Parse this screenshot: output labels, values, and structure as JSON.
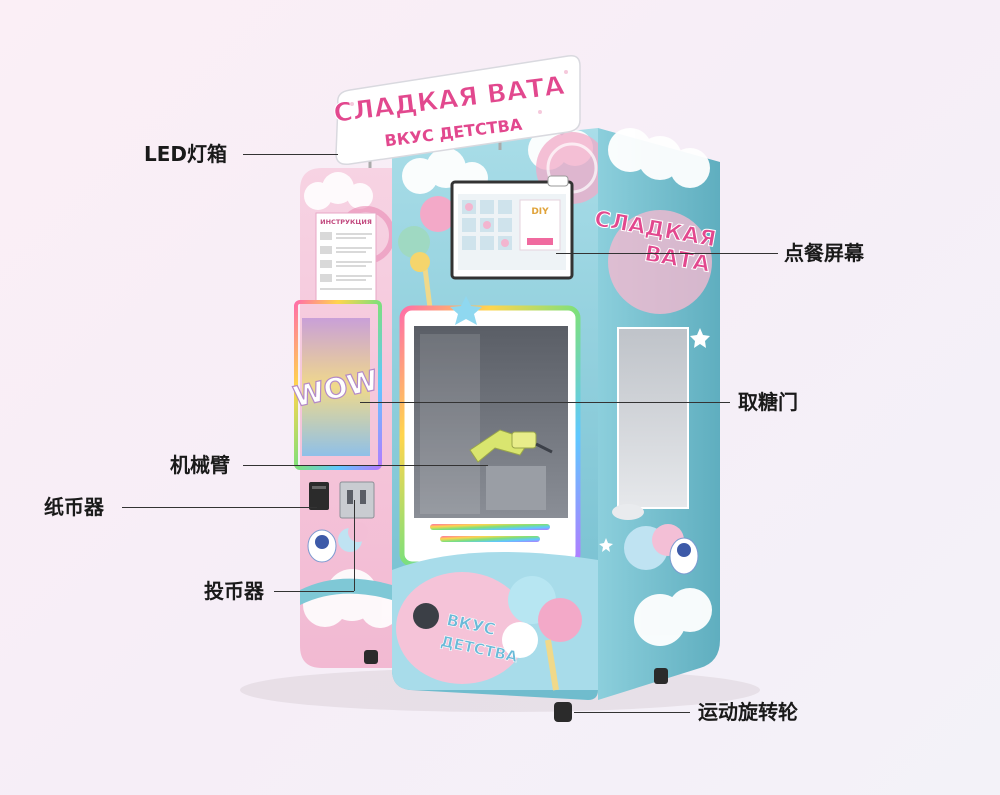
{
  "machine": {
    "led_box": {
      "line1": "СЛАДКАЯ ВАТА",
      "line2": "ВКУС ДЕТСТВА"
    },
    "side_panel": {
      "line1": "СЛАДКАЯ",
      "line2": "ВАТА"
    },
    "instruction_title": "ИНСТРУКЦИЯ",
    "promo_screen_text": "WOW",
    "front_slogan": {
      "line1": "ВКУС",
      "line2": "ДЕТСТВА"
    },
    "order_screen_badge": "DIY"
  },
  "labels": {
    "led_box": "LED灯箱",
    "order_screen": "点餐屏幕",
    "pickup_door": "取糖门",
    "robot_arm": "机械臂",
    "bill_acceptor": "纸币器",
    "coin_acceptor": "投币器",
    "wheels": "运动旋转轮"
  },
  "colors": {
    "machine_blue": "#7fc8d6",
    "machine_pink": "#f4c6dc",
    "logo_pink": "#e2488e",
    "rainbow_frame": "#f29ac0"
  }
}
